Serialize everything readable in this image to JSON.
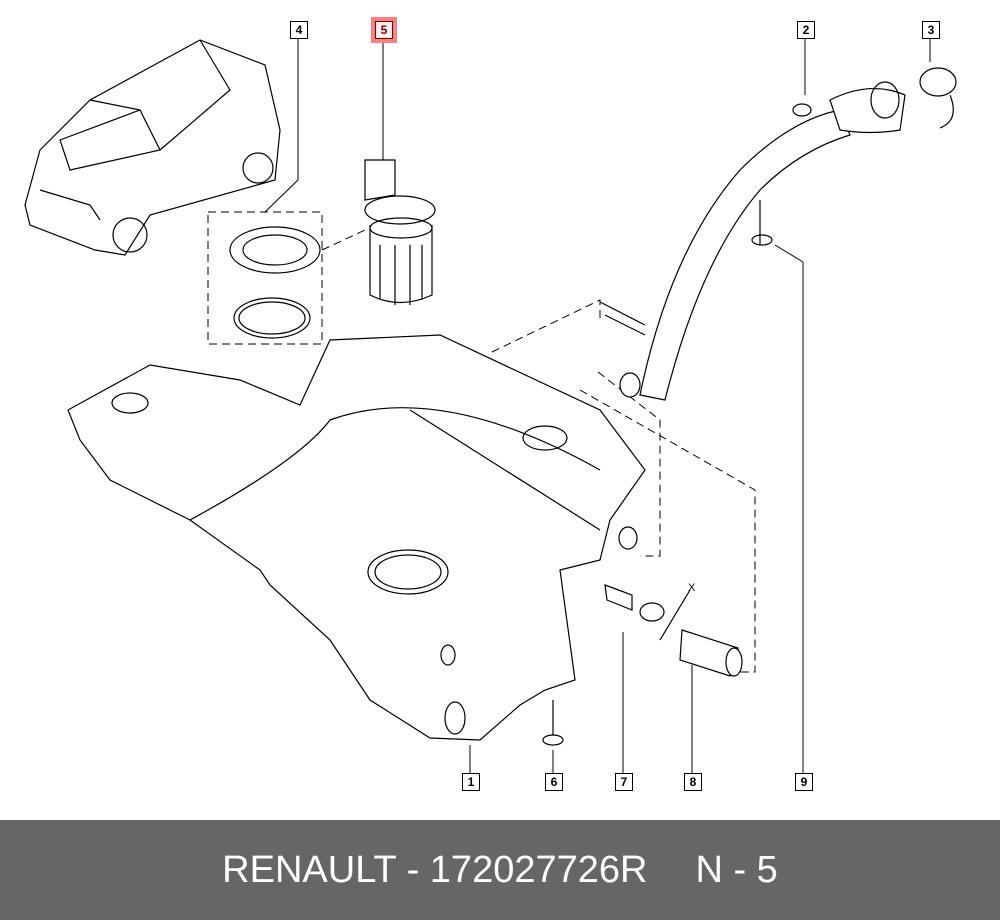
{
  "diagram": {
    "title": "Fuel tank assembly",
    "callouts": [
      "1",
      "2",
      "3",
      "4",
      "5",
      "6",
      "7",
      "8",
      "9"
    ],
    "highlighted_callout": "5",
    "dimension_mark": "X",
    "highlight_color": "#ff8080"
  },
  "banner": {
    "part_label": "RENAULT - 172027726R",
    "position_label": "N - 5",
    "background_color": "#666666"
  }
}
